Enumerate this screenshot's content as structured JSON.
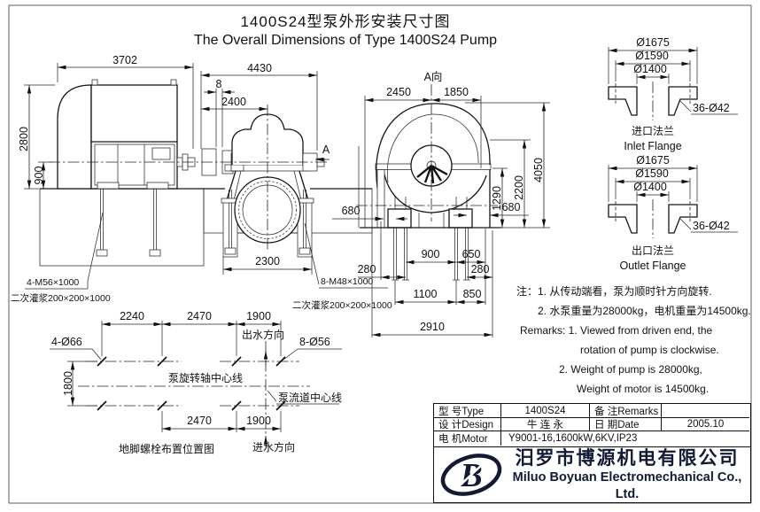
{
  "title": {
    "zh": "1400S24型泵外形安装尺寸图",
    "en": "The Overall Dimensions of Type 1400S24 Pump"
  },
  "side_view": {
    "dim_3702": "3702",
    "dim_4430": "4430",
    "dim_8": "8",
    "dim_2400": "2400",
    "dim_2800": "2800",
    "dim_900": "900",
    "dim_2300": "2300",
    "label_view_a": "A",
    "label_motor_bolts": "4-M56×1000",
    "label_motor_grout": "二次灌浆200×200×1000",
    "label_pump_bolts": "8-M48×1000",
    "label_pump_grout": "二次灌浆200×200×1000"
  },
  "front_view": {
    "view_label": "A向",
    "dim_2450": "2450",
    "dim_1850": "1850",
    "dim_680_left": "680",
    "dim_680_right": "680",
    "dim_1290": "1290",
    "dim_2200": "2200",
    "dim_4050": "4050",
    "dim_280_left": "280",
    "dim_900": "900",
    "dim_650": "650",
    "dim_280_right": "280",
    "dim_1100": "1100",
    "dim_850": "850",
    "dim_2910": "2910"
  },
  "flanges": {
    "inlet": {
      "dim_od": "Ø1675",
      "dim_bc": "Ø1590",
      "dim_bore": "Ø1400",
      "holes": "36-Ø42",
      "name_zh": "进口法兰",
      "name_en": "Inlet Flange"
    },
    "outlet": {
      "dim_od": "Ø1675",
      "dim_bc": "Ø1590",
      "dim_bore": "Ø1400",
      "holes": "36-Ø42",
      "name_zh": "出口法兰",
      "name_en": "Outlet Flange"
    }
  },
  "notes": {
    "zh_line1": "注：1. 从传动端看，泵为顺时针方向旋转.",
    "zh_line2": "2. 水泵重量为28000kg，电机重量为14500kg.",
    "en_line1": "Remarks: 1. Viewed from driven end, the",
    "en_line2": "rotation of pump is clockwise.",
    "en_line3": "2. Weight of pump is 28000kg,",
    "en_line4": "Weight of motor is 14500kg."
  },
  "plan_view": {
    "dim_2240": "2240",
    "dim_2470_top": "2470",
    "dim_1900_top": "1900",
    "dim_1800": "1800",
    "dim_2470_bottom": "2470",
    "dim_1900_bottom": "1900",
    "label_motor_holes": "4-Ø66",
    "label_pump_holes": "8-Ø56",
    "label_outflow": "出水方向",
    "label_shaft_centerline": "泵旋转轴中心线",
    "label_channel_centerline": "泵流道中心线",
    "label_inflow": "进水方向",
    "caption": "地脚螺栓布置位置图"
  },
  "title_block": {
    "type_label": "型 号Type",
    "type_value": "1400S24",
    "remarks_label": "备 注Remarks",
    "remarks_value": "",
    "design_label": "设 计Design",
    "design_value": "牛 连 永",
    "date_label": "日 期Date",
    "date_value": "2005.10",
    "motor_label": "电 机Motor",
    "motor_value": "Y9001-16,1600kW,6KV,IP23"
  },
  "company": {
    "logo_letter": "B",
    "name_zh": "汨罗市博源机电有限公司",
    "name_en": "Miluo Boyuan Electromechanical Co., Ltd."
  }
}
